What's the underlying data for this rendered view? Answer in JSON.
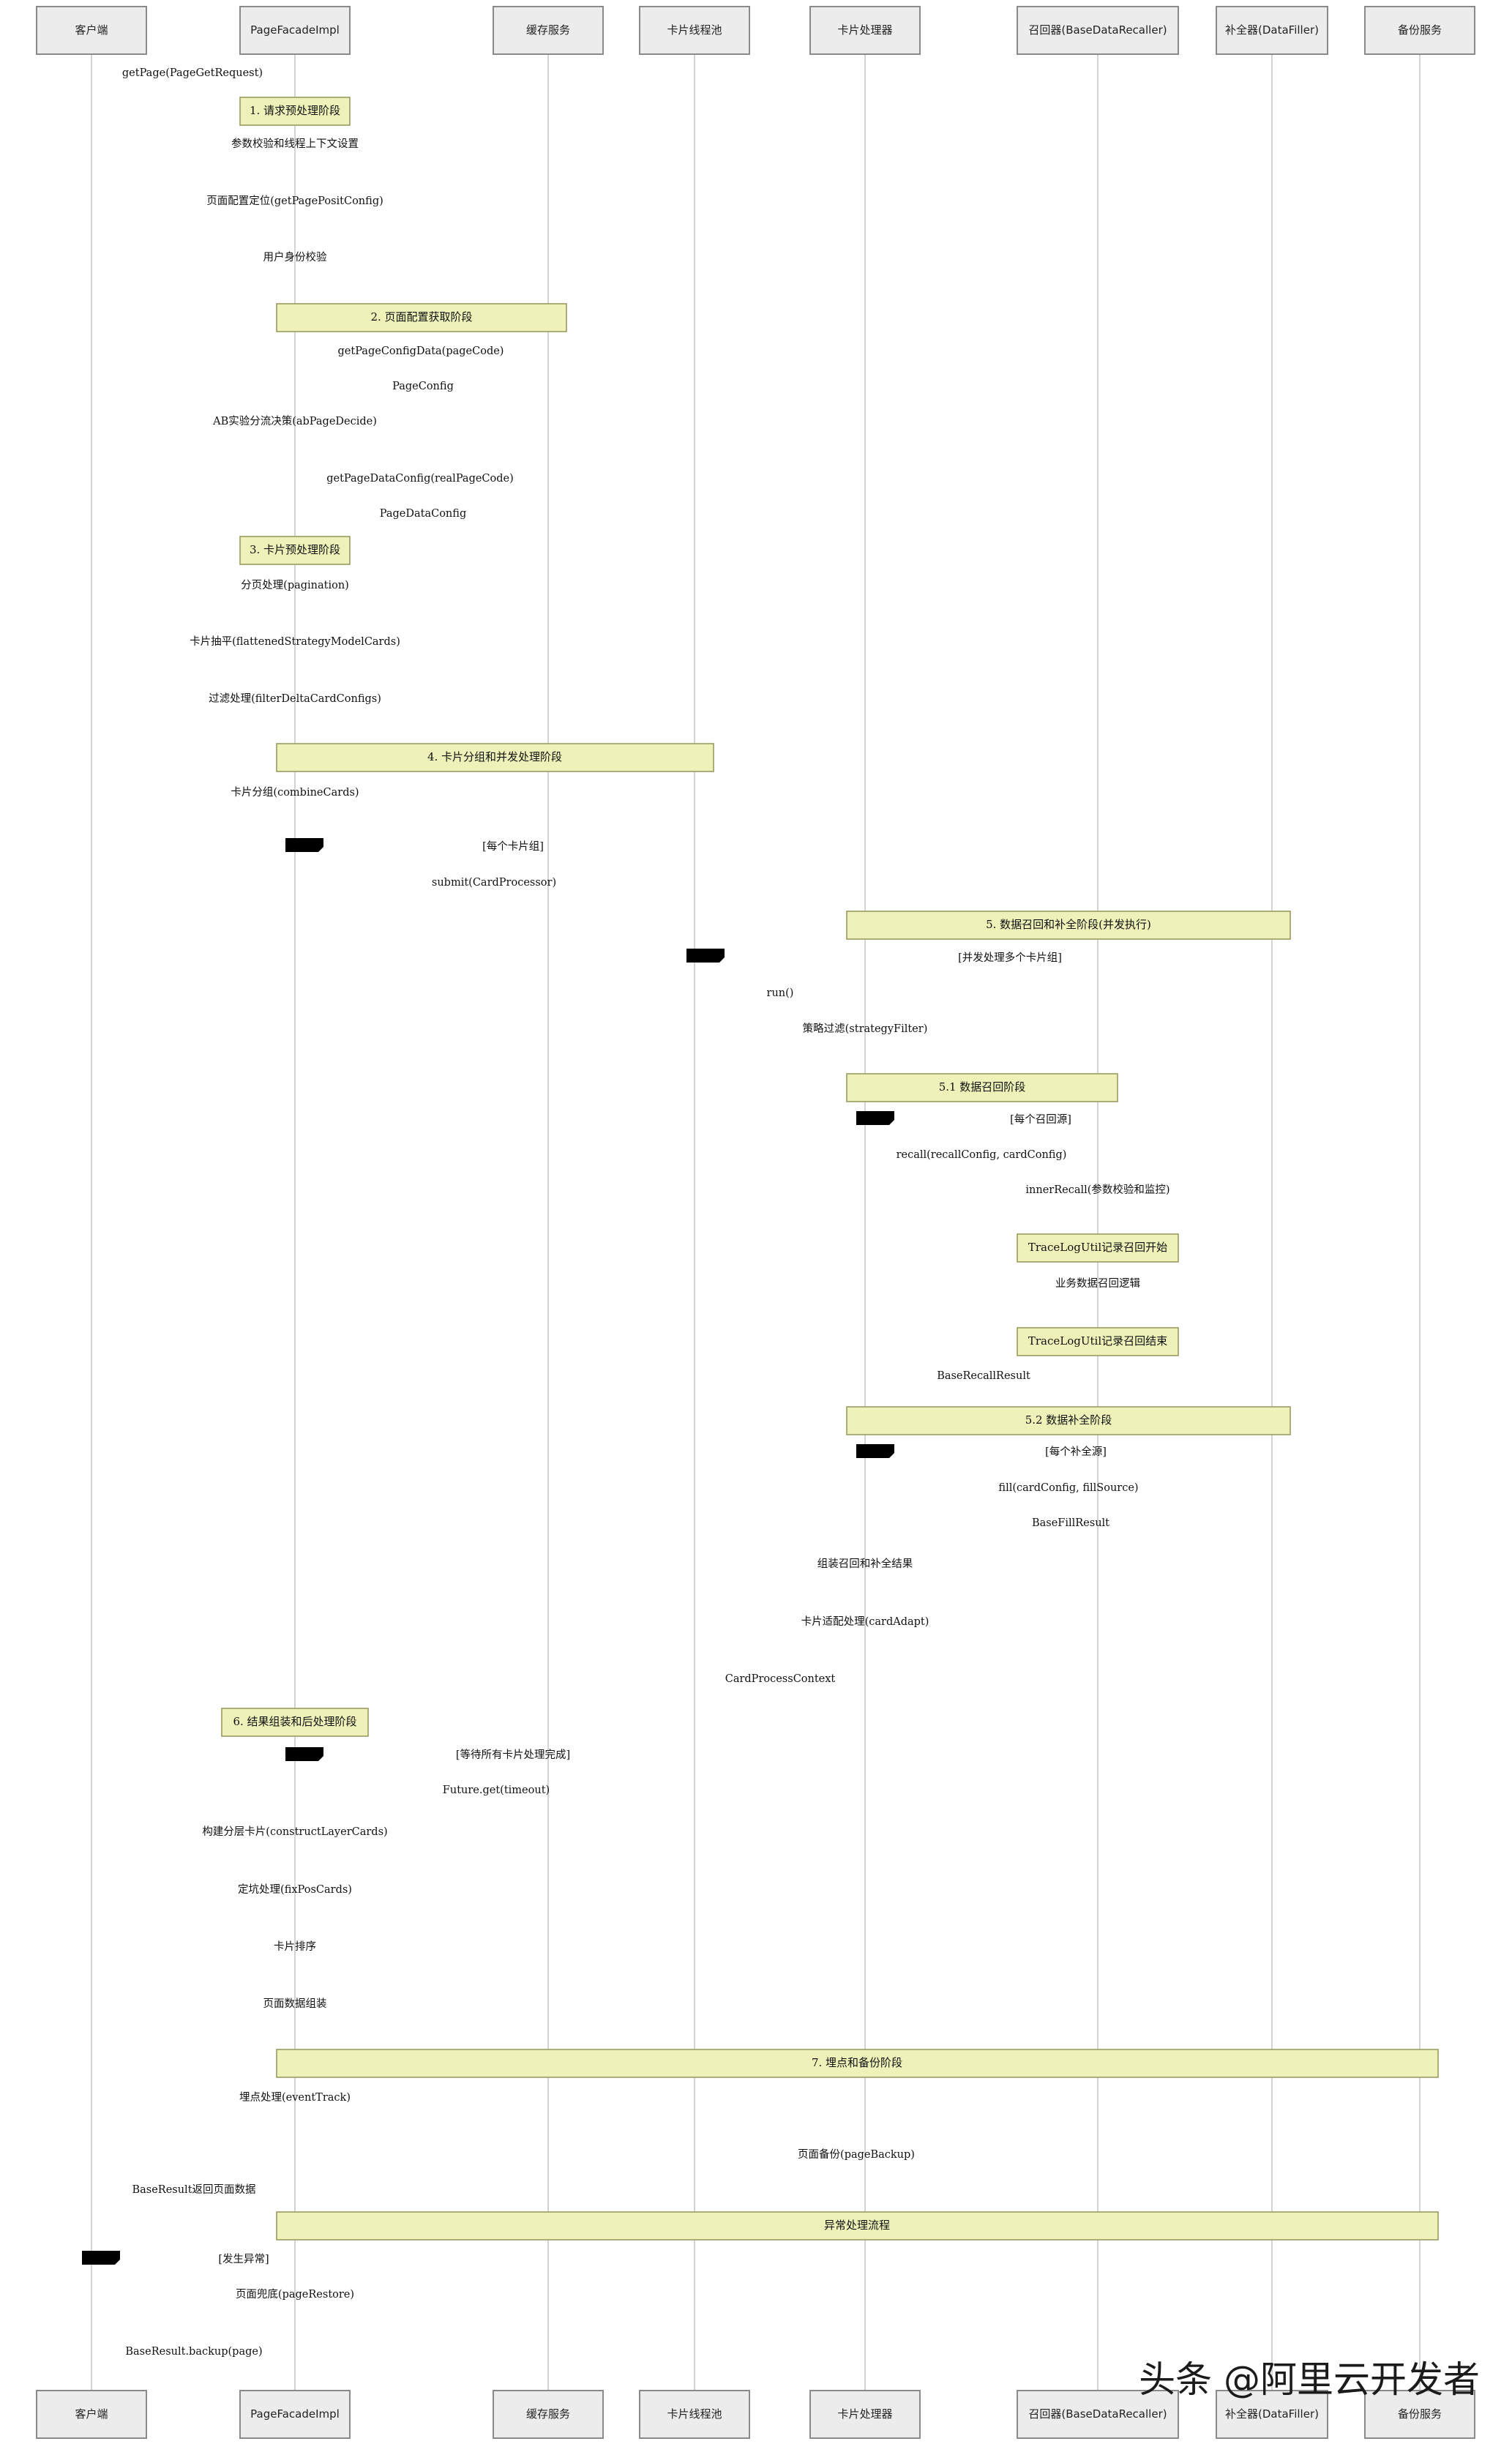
{
  "participants": [
    "客户端",
    "PageFacadeImpl",
    "缓存服务",
    "卡片线程池",
    "卡片处理器",
    "召回器(BaseDataRecaller)",
    "补全器(DataFiller)",
    "备份服务"
  ],
  "stages": [
    "1. 请求预处理阶段",
    "2. 页面配置获取阶段",
    "3. 卡片预处理阶段",
    "4. 卡片分组和并发处理阶段",
    "5. 数据召回和补全阶段(并发执行)",
    "5.1 数据召回阶段",
    "TraceLogUtil记录召回开始",
    "TraceLogUtil记录召回结束",
    "5.2 数据补全阶段",
    "6. 结果组装和后处理阶段",
    "7. 埋点和备份阶段",
    "异常处理流程"
  ],
  "messages": [
    "getPage(PageGetRequest)",
    "参数校验和线程上下文设置",
    "页面配置定位(getPagePositConfig)",
    "用户身份校验",
    "getPageConfigData(pageCode)",
    "PageConfig",
    "AB实验分流决策(abPageDecide)",
    "getPageDataConfig(realPageCode)",
    "PageDataConfig",
    "分页处理(pagination)",
    "卡片抽平(flattenedStrategyModelCards)",
    "过滤处理(filterDeltaCardConfigs)",
    "卡片分组(combineCards)",
    "[每个卡片组]",
    "submit(CardProcessor)",
    "[并发处理多个卡片组]",
    "run()",
    "策略过滤(strategyFilter)",
    "[每个召回源]",
    "recall(recallConfig, cardConfig)",
    "innerRecall(参数校验和监控)",
    "业务数据召回逻辑",
    "BaseRecallResult",
    "[每个补全源]",
    "fill(cardConfig, fillSource)",
    "BaseFillResult",
    "组装召回和补全结果",
    "卡片适配处理(cardAdapt)",
    "CardProcessContext",
    "[等待所有卡片处理完成]",
    "Future.get(timeout)",
    "构建分层卡片(constructLayerCards)",
    "定坑处理(fixPosCards)",
    "卡片排序",
    "页面数据组装",
    "埋点处理(eventTrack)",
    "页面备份(pageBackup)",
    "BaseResult返回页面数据",
    "[发生异常]",
    "页面兜底(pageRestore)",
    "BaseResult.backup(page)"
  ],
  "watermark": "头条 @阿里云开发者"
}
